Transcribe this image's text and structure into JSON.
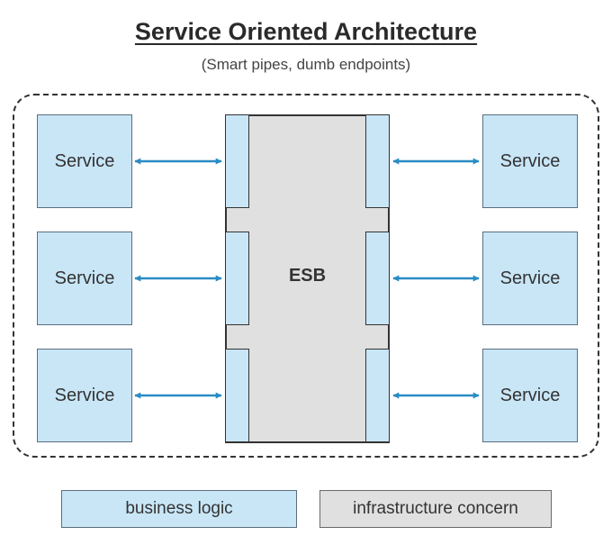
{
  "title": "Service Oriented Architecture",
  "subtitle": "(Smart pipes, dumb endpoints)",
  "esb_label": "ESB",
  "services": {
    "left": [
      "Service",
      "Service",
      "Service"
    ],
    "right": [
      "Service",
      "Service",
      "Service"
    ]
  },
  "legend": {
    "business_logic": "business logic",
    "infrastructure_concern": "infrastructure concern"
  },
  "colors": {
    "business_logic": "#c9e6f7",
    "infrastructure_concern": "#e0e0e0",
    "arrow": "#2a8cc4"
  }
}
